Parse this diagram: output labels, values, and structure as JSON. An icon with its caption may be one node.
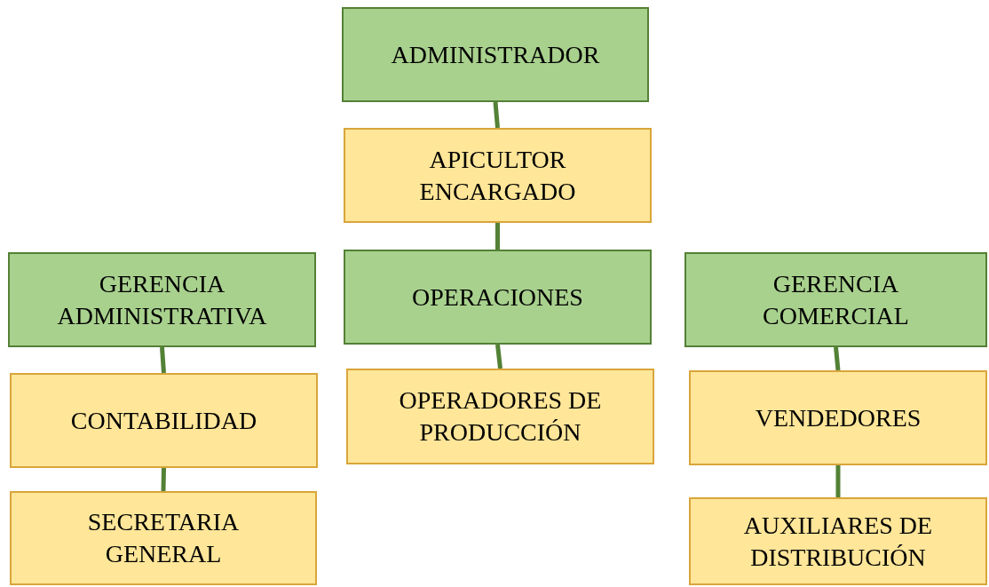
{
  "diagram": {
    "nodes": [
      {
        "text": [
          "ADMINISTRADOR"
        ]
      },
      {
        "text": [
          "APICULTOR ENCARGADO"
        ]
      },
      {
        "text": [
          "GERENCIA ADMINISTRATIVA"
        ]
      },
      {
        "text": [
          "OPERACIONES"
        ]
      },
      {
        "text": [
          "GERENCIA COMERCIAL"
        ]
      },
      {
        "text": [
          "CONTABILIDAD"
        ]
      },
      {
        "text": [
          "OPERADORES DE PRODUCCIÓN"
        ]
      },
      {
        "text": [
          "VENDEDORES"
        ]
      },
      {
        "text": [
          "SECRETARIA GENERAL"
        ]
      },
      {
        "text": [
          "AUXILIARES DE DISTRIBUCIÓN"
        ]
      }
    ],
    "edges": [
      {
        "from": 0,
        "to": 1,
        "arrow": "none"
      },
      {
        "from": 1,
        "to": 3,
        "arrow": "none"
      },
      {
        "from": 2,
        "to": 5,
        "arrow": "none"
      },
      {
        "from": 5,
        "to": 8,
        "arrow": "none"
      },
      {
        "from": 3,
        "to": 6,
        "arrow": "none"
      },
      {
        "from": 4,
        "to": 7,
        "arrow": "none"
      },
      {
        "from": 7,
        "to": 9,
        "arrow": "none"
      }
    ]
  }
}
